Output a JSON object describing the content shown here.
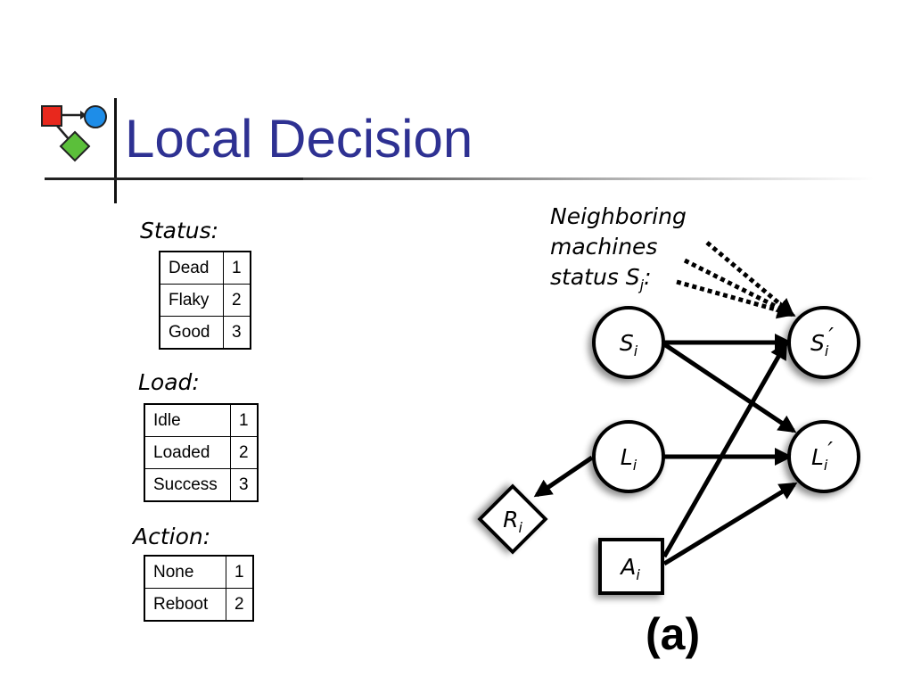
{
  "slide": {
    "title": "Local Decision",
    "logo_icon": "flowchart-shapes-icon"
  },
  "tables": {
    "status": {
      "label": "Status:",
      "rows": [
        {
          "name": "Dead",
          "value": "1"
        },
        {
          "name": "Flaky",
          "value": "2"
        },
        {
          "name": "Good",
          "value": "3"
        }
      ]
    },
    "load": {
      "label": "Load:",
      "rows": [
        {
          "name": "Idle",
          "value": "1"
        },
        {
          "name": "Loaded",
          "value": "2"
        },
        {
          "name": "Success",
          "value": "3"
        }
      ]
    },
    "action": {
      "label": "Action:",
      "rows": [
        {
          "name": "None",
          "value": "1"
        },
        {
          "name": "Reboot",
          "value": "2"
        }
      ]
    }
  },
  "diagram": {
    "neighbor_label": {
      "line1": "Neighboring",
      "line2": "machines",
      "line3_prefix": "status S",
      "line3_sub": "j",
      "line3_suffix": ":"
    },
    "nodes": {
      "si": {
        "base": "S",
        "sub": "i",
        "prime": ""
      },
      "si_prime": {
        "base": "S",
        "sub": "i",
        "prime": "′"
      },
      "li": {
        "base": "L",
        "sub": "i",
        "prime": ""
      },
      "li_prime": {
        "base": "L",
        "sub": "i",
        "prime": "′"
      },
      "ri": {
        "base": "R",
        "sub": "i",
        "prime": ""
      },
      "ai": {
        "base": "A",
        "sub": "i",
        "prime": ""
      }
    },
    "figure_label": "(a)"
  }
}
